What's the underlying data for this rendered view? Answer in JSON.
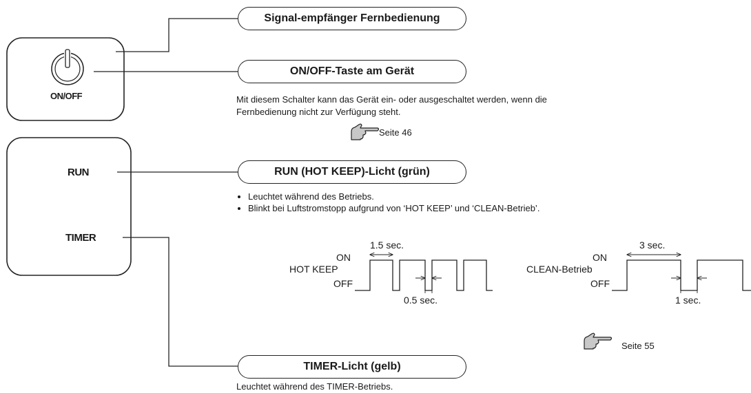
{
  "panel_top": {
    "button_label": "ON/OFF"
  },
  "panel_bottom": {
    "run_label": "RUN",
    "timer_label": "TIMER"
  },
  "signal_receiver": {
    "title": "Signal-empfänger Fernbedienung"
  },
  "onoff_section": {
    "title": "ON/OFF-Taste am Gerät",
    "desc_line1": "Mit diesem Schalter kann das Gerät ein- oder ausgeschaltet werden, wenn die",
    "desc_line2": "Fernbedienung nicht zur Verfügung steht.",
    "ref": "Seite 46"
  },
  "run_section": {
    "title": "RUN (HOT KEEP)-Licht (grün)",
    "bullets": [
      "Leuchtet während des Betriebs.",
      "Blinkt bei Luftstromstopp aufgrund von ‘HOT KEEP’ und ‘CLEAN-Betrieb’."
    ]
  },
  "hot_keep_diagram": {
    "label": "HOT KEEP",
    "on": "ON",
    "off": "OFF",
    "on_time": "1.5 sec.",
    "off_time": "0.5 sec."
  },
  "clean_diagram": {
    "label": "CLEAN-Betrieb",
    "on": "ON",
    "off": "OFF",
    "on_time": "3 sec.",
    "off_time": "1 sec.",
    "ref": "Seite 55"
  },
  "timer_section": {
    "title": "TIMER-Licht (gelb)",
    "desc": "Leuchtet während des TIMER-Betriebs."
  }
}
